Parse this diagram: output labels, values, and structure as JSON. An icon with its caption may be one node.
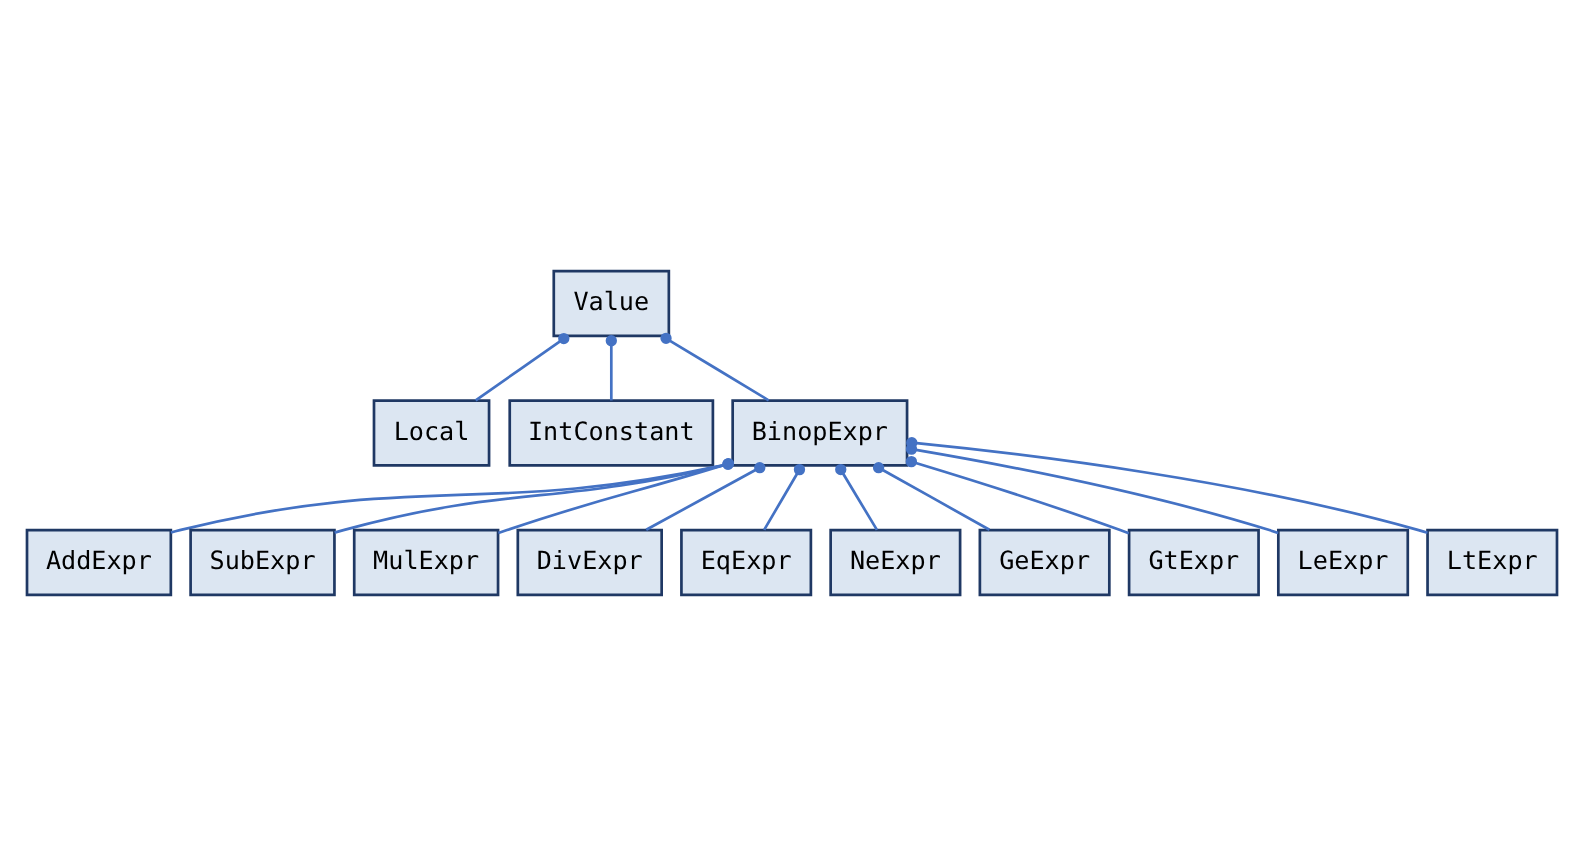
{
  "diagram": {
    "nodes": [
      {
        "text": [
          "Value"
        ]
      },
      {
        "text": [
          "Local"
        ]
      },
      {
        "text": [
          "IntConstant"
        ]
      },
      {
        "text": [
          "BinopExpr"
        ]
      },
      {
        "text": [
          "AddExpr"
        ]
      },
      {
        "text": [
          "SubExpr"
        ]
      },
      {
        "text": [
          "MulExpr"
        ]
      },
      {
        "text": [
          "DivExpr"
        ]
      },
      {
        "text": [
          "EqExpr"
        ]
      },
      {
        "text": [
          "NeExpr"
        ]
      },
      {
        "text": [
          "GeExpr"
        ]
      },
      {
        "text": [
          "GtExpr"
        ]
      },
      {
        "text": [
          "LeExpr"
        ]
      },
      {
        "text": [
          "LtExpr"
        ]
      }
    ],
    "edges": [
      {
        "from": 0,
        "to": 1,
        "arrow": "other"
      },
      {
        "from": 0,
        "to": 2,
        "arrow": "other"
      },
      {
        "from": 0,
        "to": 3,
        "arrow": "other"
      },
      {
        "from": 3,
        "to": 4,
        "arrow": "other"
      },
      {
        "from": 3,
        "to": 5,
        "arrow": "other"
      },
      {
        "from": 3,
        "to": 6,
        "arrow": "other"
      },
      {
        "from": 3,
        "to": 7,
        "arrow": "other"
      },
      {
        "from": 3,
        "to": 8,
        "arrow": "other"
      },
      {
        "from": 3,
        "to": 9,
        "arrow": "other"
      },
      {
        "from": 3,
        "to": 10,
        "arrow": "other"
      },
      {
        "from": 3,
        "to": 11,
        "arrow": "other"
      },
      {
        "from": 3,
        "to": 12,
        "arrow": "other"
      },
      {
        "from": 3,
        "to": 13,
        "arrow": "other"
      }
    ]
  }
}
